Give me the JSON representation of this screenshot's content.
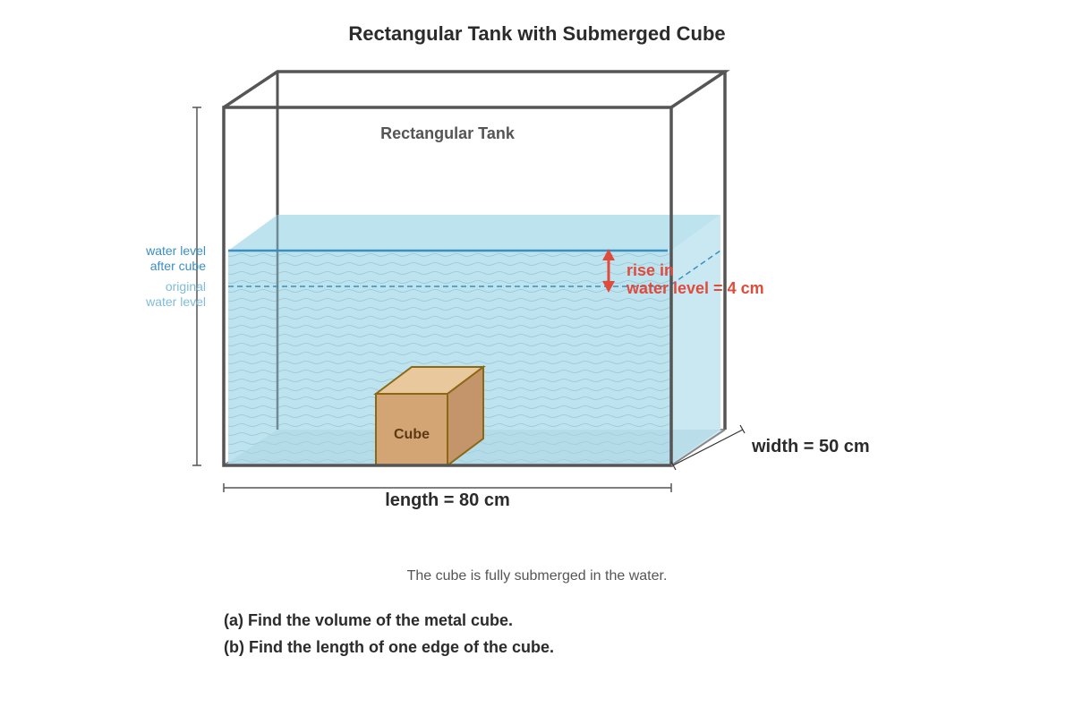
{
  "title": "Rectangular Tank with Submerged Cube",
  "tank_label": "Rectangular Tank",
  "cube_label": "Cube",
  "water_level_after": [
    "water level",
    "after cube"
  ],
  "water_level_original": [
    "original",
    "water level"
  ],
  "rise_label": [
    "rise in",
    "water level = 4 cm"
  ],
  "length_label": "length = 80 cm",
  "width_label": "width = 50 cm",
  "note": "The cube is fully submerged in the water.",
  "questions": [
    "(a) Find the volume of the metal cube.",
    "(b) Find the length of one edge of the cube."
  ],
  "colors": {
    "water": "#bde3ef",
    "water_side": "#c9e8f2",
    "tank_edge": "#555555",
    "water_line_after": "#3a8fc0",
    "water_line_original": "#3a8fc0",
    "rise_arrow": "#e04b3c",
    "cube_front": "#d4a574",
    "cube_top": "#e8c89c",
    "cube_side": "#c4956a",
    "cube_edge": "#8b6914"
  }
}
